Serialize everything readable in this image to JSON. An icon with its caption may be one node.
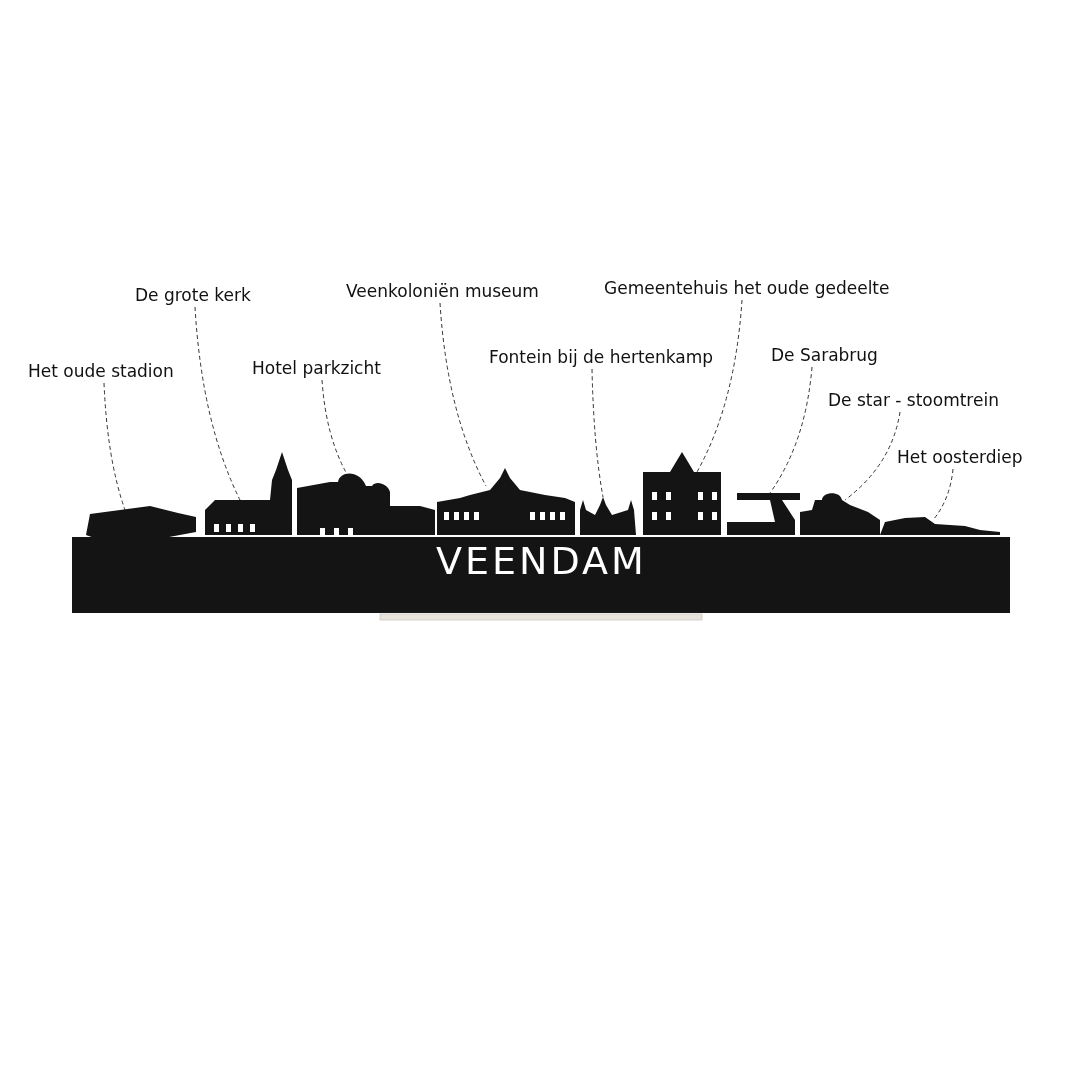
{
  "diagram": {
    "nodes": [
      {
        "text": [
          "Het oude stadion"
        ]
      },
      {
        "text": [
          "De grote kerk"
        ]
      },
      {
        "text": [
          "Hotel parkzicht"
        ]
      },
      {
        "text": [
          "Veenkoloniën museum"
        ]
      },
      {
        "text": [
          "Fontein bij de hertenkamp"
        ]
      },
      {
        "text": [
          "Gemeentehuis het oude gedeelte"
        ]
      },
      {
        "text": [
          "De Sarabrug"
        ]
      },
      {
        "text": [
          "De star - stoomtrein"
        ]
      },
      {
        "text": [
          "Het oosterdiep"
        ]
      },
      {
        "text": [],
        "shape": "picture"
      },
      {
        "text": [],
        "shape": "picture"
      },
      {
        "text": [],
        "shape": "picture"
      },
      {
        "text": [],
        "shape": "picture"
      },
      {
        "text": [],
        "shape": "picture"
      },
      {
        "text": [],
        "shape": "picture"
      },
      {
        "text": [],
        "shape": "picture"
      },
      {
        "text": [],
        "shape": "picture"
      },
      {
        "text": [],
        "shape": "picture"
      }
    ],
    "edges": [
      {
        "from": 0,
        "to": 9,
        "arrow": "none",
        "style": "dashed"
      },
      {
        "from": 1,
        "to": 10,
        "arrow": "none",
        "style": "dashed"
      },
      {
        "from": 2,
        "to": 11,
        "arrow": "none",
        "style": "dashed"
      },
      {
        "from": 3,
        "to": 12,
        "arrow": "none",
        "style": "dashed"
      },
      {
        "from": 4,
        "to": 13,
        "arrow": "none",
        "style": "dashed"
      },
      {
        "from": 5,
        "to": 14,
        "arrow": "none",
        "style": "dashed"
      },
      {
        "from": 6,
        "to": 15,
        "arrow": "none",
        "style": "dashed"
      },
      {
        "from": 7,
        "to": 16,
        "arrow": "none",
        "style": "dashed"
      },
      {
        "from": 8,
        "to": 17,
        "arrow": "none",
        "style": "dashed"
      }
    ],
    "labels": [
      "VEENDAM"
    ]
  }
}
